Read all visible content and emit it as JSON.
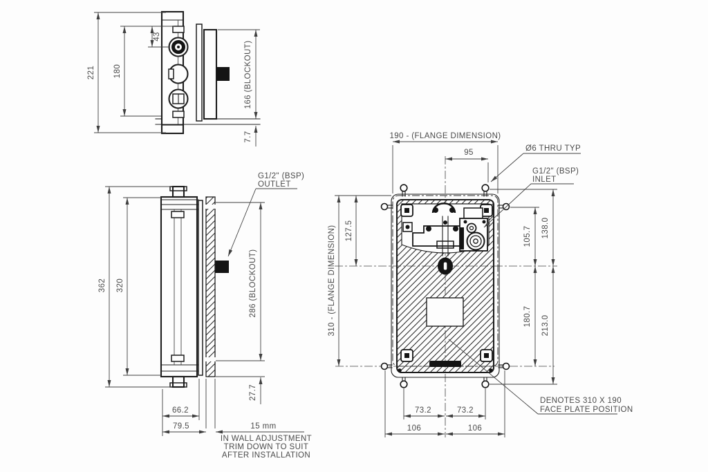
{
  "colors": {
    "line": "#1d1d1d",
    "dim_text": "#4a4a4a",
    "background": "#fdfdfd"
  },
  "top_view": {
    "h221": "221",
    "h180": "180",
    "h43": "43",
    "blockout166": "166 (BLOCKOUT)",
    "gap77": "7.7"
  },
  "side_view": {
    "h362": "362",
    "h320": "320",
    "blockout286": "286 (BLOCKOUT)",
    "gap277": "27.7",
    "d662": "66.2",
    "d795": "79.5",
    "outlet_line1": "G1/2\" (BSP)",
    "outlet_line2": "OUTLET",
    "adj_dim": "15 mm",
    "adj_note1": "IN WALL ADJUSTMENT",
    "adj_note2": "TRIM DOWN TO SUIT",
    "adj_note3": "AFTER INSTALLATION"
  },
  "front_view": {
    "fw190": "190 - (FLANGE DIMENSION)",
    "off95": "95",
    "fh310": "310 - (FLANGE DIMENSION)",
    "c1275": "127.5",
    "c1057": "105.7",
    "c1380": "138.0",
    "c1807": "180.7",
    "c2130": "213.0",
    "s732l": "73.2",
    "s732r": "73.2",
    "l106l": "106",
    "l106r": "106",
    "thru_callout": "Ø6 THRU TYP",
    "inlet_line1": "G1/2\" (BSP)",
    "inlet_line2": "INLET",
    "faceplate_note1": "DENOTES 310 X 190",
    "faceplate_note2": "FACE PLATE POSITION"
  }
}
